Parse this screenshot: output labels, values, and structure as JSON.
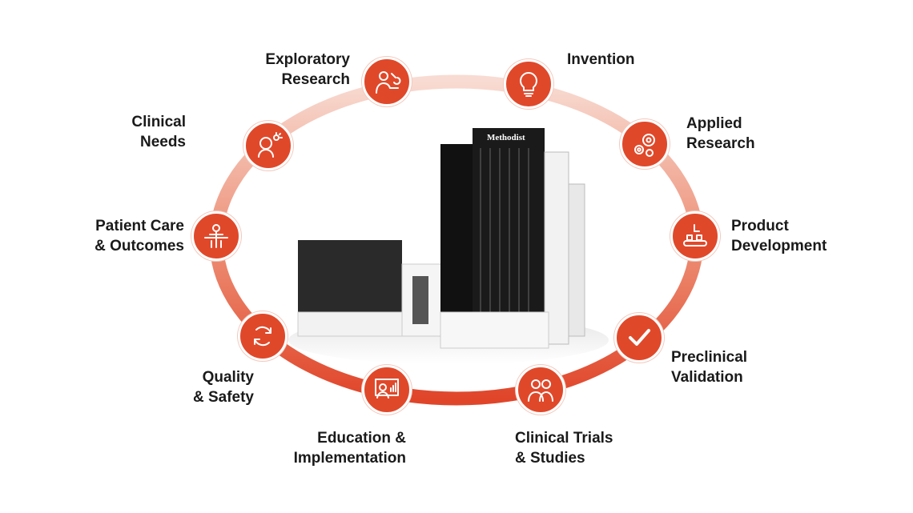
{
  "diagram": {
    "building_sign": "Methodist",
    "ring_colors": {
      "top": "#f6d2c8",
      "bottom": "#e0452a",
      "node": "#e0482a"
    },
    "stages": [
      {
        "id": "exploratory-research",
        "line1": "Exploratory",
        "line2": "Research",
        "icon": "researcher-microscope-icon"
      },
      {
        "id": "invention",
        "line1": "Invention",
        "line2": "",
        "icon": "lightbulb-icon"
      },
      {
        "id": "applied-research",
        "line1": "Applied",
        "line2": "Research",
        "icon": "gears-icon"
      },
      {
        "id": "product-development",
        "line1": "Product",
        "line2": "Development",
        "icon": "conveyor-belt-icon"
      },
      {
        "id": "preclinical-validation",
        "line1": "Preclinical",
        "line2": "Validation",
        "icon": "checkmark-icon"
      },
      {
        "id": "clinical-trials",
        "line1": "Clinical Trials",
        "line2": "& Studies",
        "icon": "doctors-icon"
      },
      {
        "id": "education-implementation",
        "line1": "Education &",
        "line2": "Implementation",
        "icon": "presentation-icon"
      },
      {
        "id": "quality-safety",
        "line1": "Quality",
        "line2": "& Safety",
        "icon": "cycle-arrows-icon"
      },
      {
        "id": "patient-care",
        "line1": "Patient Care",
        "line2": "& Outcomes",
        "icon": "patient-bed-icon"
      },
      {
        "id": "clinical-needs",
        "line1": "Clinical",
        "line2": "Needs",
        "icon": "thinking-person-icon"
      }
    ]
  }
}
